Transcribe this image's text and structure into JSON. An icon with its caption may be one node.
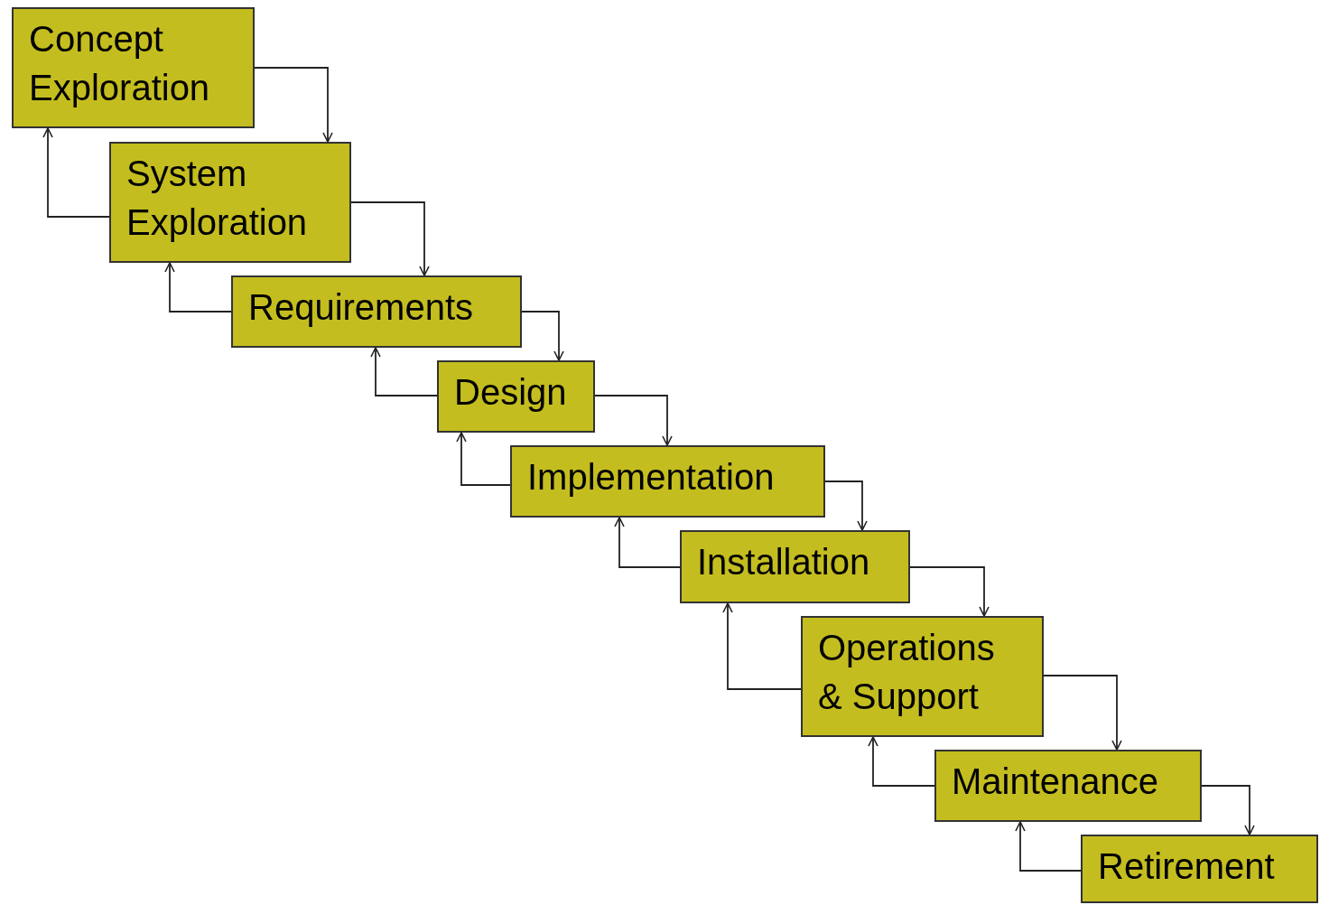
{
  "diagram": {
    "nodes": [
      {
        "text": [
          "Concept Exploration"
        ]
      },
      {
        "text": [
          "System Exploration"
        ]
      },
      {
        "text": [
          "Requirements"
        ]
      },
      {
        "text": [
          "Design"
        ]
      },
      {
        "text": [
          "Implementation"
        ]
      },
      {
        "text": [
          "Installation"
        ]
      },
      {
        "text": [
          "Operations & Support"
        ]
      },
      {
        "text": [
          "Maintenance"
        ]
      },
      {
        "text": [
          "Retirement"
        ]
      }
    ],
    "edges": [
      {
        "from": 0,
        "to": 1,
        "arrow": "to"
      },
      {
        "from": 1,
        "to": 2,
        "arrow": "to"
      },
      {
        "from": 2,
        "to": 3,
        "arrow": "to"
      },
      {
        "from": 3,
        "to": 4,
        "arrow": "to"
      },
      {
        "from": 4,
        "to": 5,
        "arrow": "to"
      },
      {
        "from": 5,
        "to": 6,
        "arrow": "to"
      },
      {
        "from": 6,
        "to": 7,
        "arrow": "to"
      },
      {
        "from": 7,
        "to": 8,
        "arrow": "to"
      },
      {
        "from": 1,
        "to": 0,
        "arrow": "to"
      },
      {
        "from": 2,
        "to": 1,
        "arrow": "to"
      },
      {
        "from": 3,
        "to": 2,
        "arrow": "to"
      },
      {
        "from": 4,
        "to": 3,
        "arrow": "to"
      },
      {
        "from": 5,
        "to": 4,
        "arrow": "to"
      },
      {
        "from": 6,
        "to": 5,
        "arrow": "to"
      },
      {
        "from": 7,
        "to": 6,
        "arrow": "to"
      },
      {
        "from": 8,
        "to": 7,
        "arrow": "to"
      }
    ]
  }
}
